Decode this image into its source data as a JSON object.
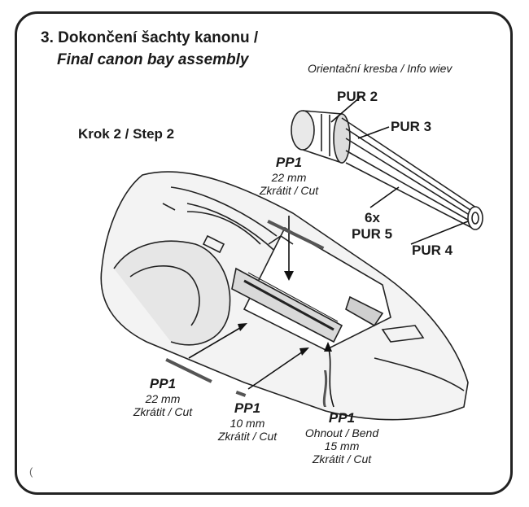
{
  "header": {
    "title_cz": "3. Dokončení šachty kanonu /",
    "title_en": "Final canon bay assembly",
    "info_view": "Orientační kresba / Info wiev"
  },
  "step": "Krok 2 / Step 2",
  "gun_labels": {
    "pur2": "PUR 2",
    "pur3": "PUR 3",
    "pur5_qty": "6x",
    "pur5": "PUR 5",
    "pur4": "PUR 4"
  },
  "callouts": [
    {
      "part": "PP1",
      "line1": "22 mm",
      "line2": "Zkrátit / Cut"
    },
    {
      "part": "PP1",
      "line1": "22 mm",
      "line2": "Zkrátit / Cut"
    },
    {
      "part": "PP1",
      "line1": "10 mm",
      "line2": "Zkrátit / Cut"
    },
    {
      "part": "PP1",
      "line1": "Ohnout / Bend",
      "line2": "15 mm",
      "line3": "Zkrátit / Cut"
    }
  ],
  "page_fragment": "("
}
